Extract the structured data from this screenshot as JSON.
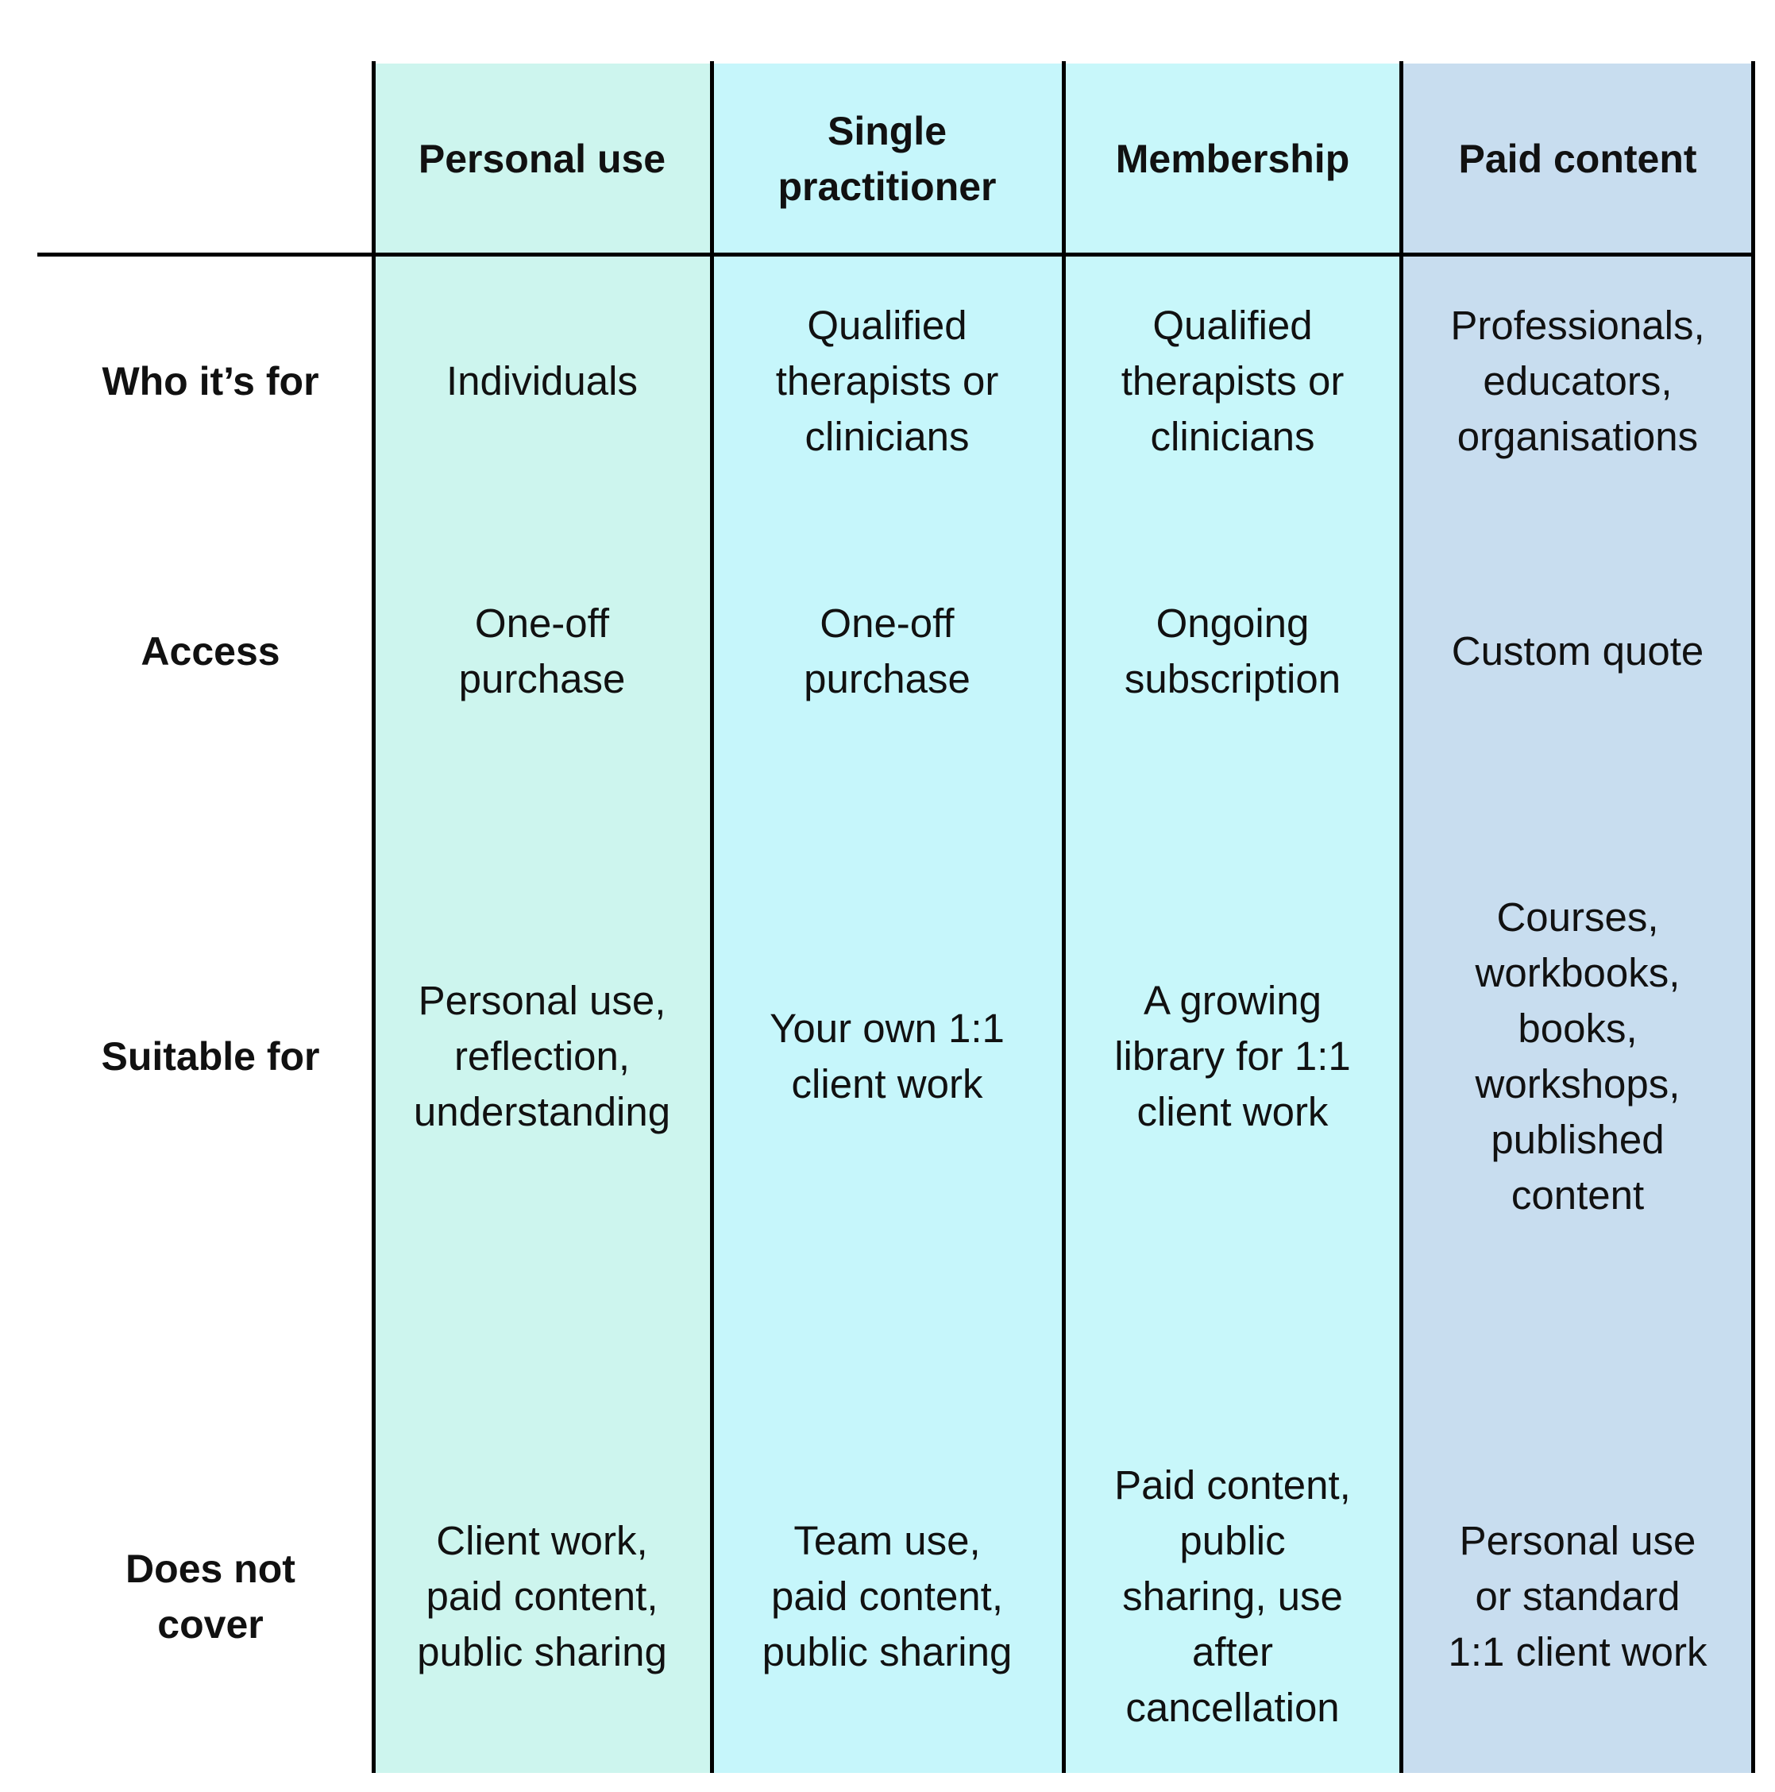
{
  "table": {
    "headers": {
      "personal": "Personal use",
      "single": "Single\npractitioner",
      "membership": "Membership",
      "paid": "Paid content"
    },
    "rows": [
      {
        "label": "Who it’s for",
        "personal": "Individuals",
        "single": "Qualified\ntherapists or\nclinicians",
        "membership": "Qualified\ntherapists or\nclinicians",
        "paid": "Professionals,\neducators,\norganisations"
      },
      {
        "label": "Access",
        "personal": "One-off\npurchase",
        "single": "One-off\npurchase",
        "membership": "Ongoing\nsubscription",
        "paid": "Custom quote"
      },
      {
        "label": "Suitable for",
        "personal": "Personal use,\nreflection,\nunderstanding",
        "single": "Your own 1:1\nclient work",
        "membership": "A growing\nlibrary for 1:1\nclient work",
        "paid": "Courses,\nworkbooks,\nbooks,\nworkshops,\npublished\ncontent"
      },
      {
        "label": "Does not\ncover",
        "personal": "Client work,\npaid content,\npublic sharing",
        "single": "Team use,\npaid content,\npublic sharing",
        "membership": "Paid content,\npublic\nsharing, use\nafter\ncancellation",
        "paid": "Personal use\nor standard\n1:1 client work"
      }
    ]
  },
  "colors": {
    "personal_bg": "#cdf5ee",
    "single_bg": "#c6f6fb",
    "membership_bg": "#c8f7fa",
    "paid_bg": "#c8ddef",
    "lines": "#000000"
  }
}
